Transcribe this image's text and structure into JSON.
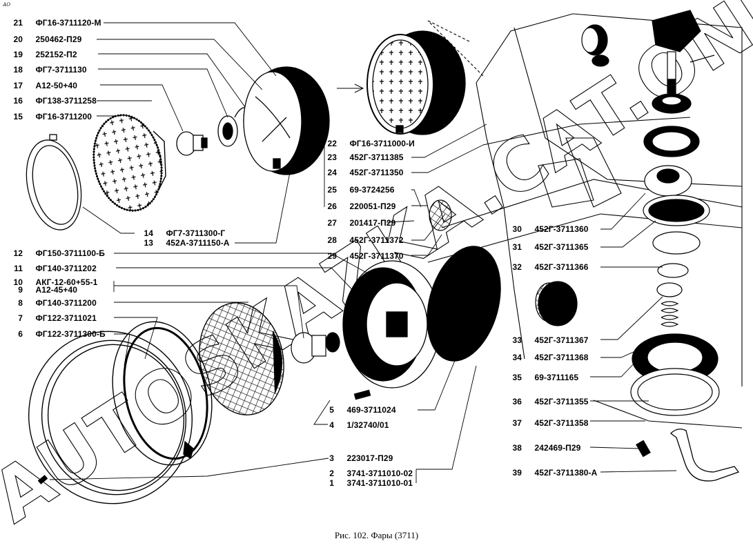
{
  "figure": {
    "corner_mark": "АО",
    "caption": "Рис. 102. Фары (3711)",
    "watermark": "AUTOSKAZKA.CAT.ONLINE"
  },
  "parts": [
    {
      "num": "1",
      "code": "3741-3711010-01"
    },
    {
      "num": "2",
      "code": "3741-3711010-02"
    },
    {
      "num": "3",
      "code": "223017-П29"
    },
    {
      "num": "4",
      "code": "1/32740/01"
    },
    {
      "num": "5",
      "code": "469-3711024"
    },
    {
      "num": "6",
      "code": "ФГ122-3711300-Б"
    },
    {
      "num": "7",
      "code": "ФГ122-3711021"
    },
    {
      "num": "8",
      "code": "ФГ140-3711200"
    },
    {
      "num": "9",
      "code": "А12-45+40"
    },
    {
      "num": "10",
      "code": "АКГ-12-60+55-1"
    },
    {
      "num": "11",
      "code": "ФГ140-3711202"
    },
    {
      "num": "12",
      "code": "ФГ150-3711100-Б"
    },
    {
      "num": "13",
      "code": "452А-3711150-А"
    },
    {
      "num": "14",
      "code": "ФГ7-3711300-Г"
    },
    {
      "num": "15",
      "code": "ФГ16-3711200"
    },
    {
      "num": "16",
      "code": "ФГ138-3711258"
    },
    {
      "num": "17",
      "code": "А12-50+40"
    },
    {
      "num": "18",
      "code": "ФГ7-3711130"
    },
    {
      "num": "19",
      "code": "252152-П2"
    },
    {
      "num": "20",
      "code": "250462-П29"
    },
    {
      "num": "21",
      "code": "ФГ16-3711120-М"
    },
    {
      "num": "22",
      "code": "ФГ16-3711000-И"
    },
    {
      "num": "23",
      "code": "452Г-3711385"
    },
    {
      "num": "24",
      "code": "452Г-3711350"
    },
    {
      "num": "25",
      "code": "69-3724256"
    },
    {
      "num": "26",
      "code": "220051-П29"
    },
    {
      "num": "27",
      "code": "201417-П29"
    },
    {
      "num": "28",
      "code": "452Г-3711372"
    },
    {
      "num": "29",
      "code": "452Г-3711370"
    },
    {
      "num": "30",
      "code": "452Г-3711360"
    },
    {
      "num": "31",
      "code": "452Г-3711365"
    },
    {
      "num": "32",
      "code": "452Г-3711366"
    },
    {
      "num": "33",
      "code": "452Г-3711367"
    },
    {
      "num": "34",
      "code": "452Г-3711368"
    },
    {
      "num": "35",
      "code": "69-3711165"
    },
    {
      "num": "36",
      "code": "452Г-3711355"
    },
    {
      "num": "37",
      "code": "452Г-3711358"
    },
    {
      "num": "38",
      "code": "242469-П29"
    },
    {
      "num": "39",
      "code": "452Г-3711380-А"
    }
  ]
}
